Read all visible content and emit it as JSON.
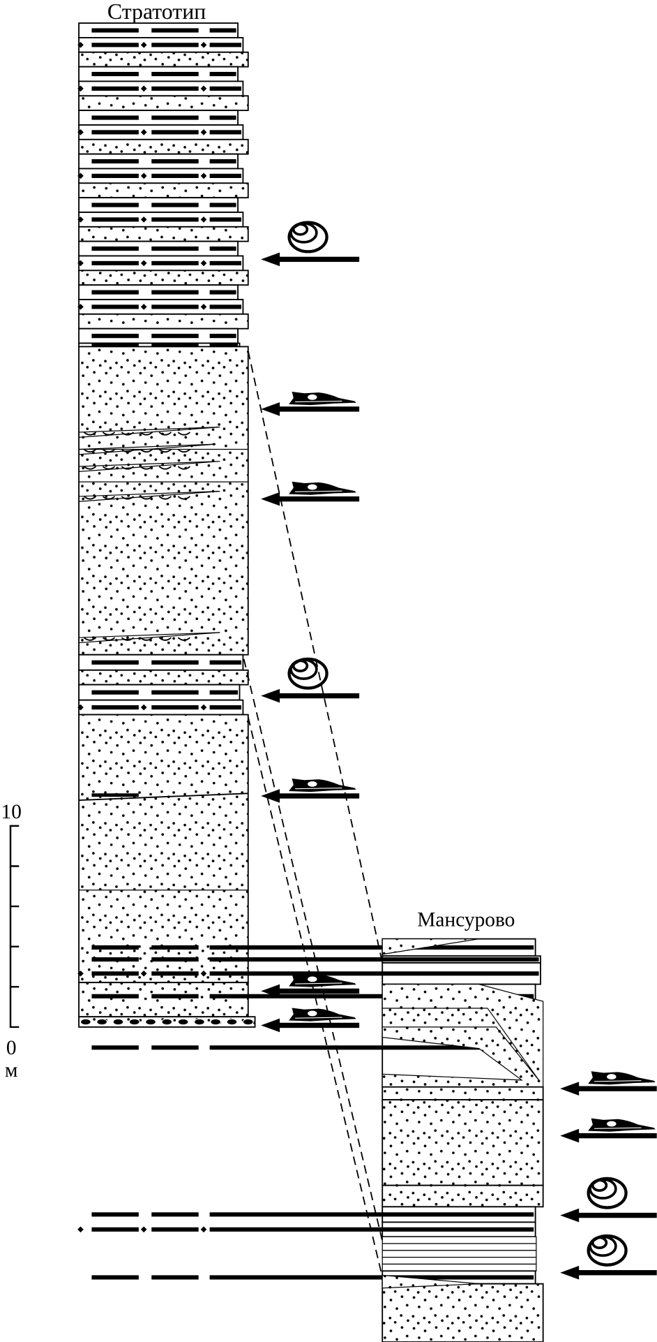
{
  "sections": {
    "stratotype": {
      "title": "Стратотип"
    },
    "mansurovo": {
      "title": "Мансурово"
    }
  },
  "scale": {
    "top_label": "10",
    "bottom_label": "0",
    "unit": "м"
  },
  "fossils": {
    "stratotype": [
      "shell",
      "fish",
      "fish",
      "shell",
      "fish",
      "fish",
      "fish"
    ],
    "mansurovo": [
      "fish",
      "fish",
      "shell",
      "shell"
    ]
  },
  "colors": {
    "ink": "#000000",
    "paper": "#ffffff"
  }
}
